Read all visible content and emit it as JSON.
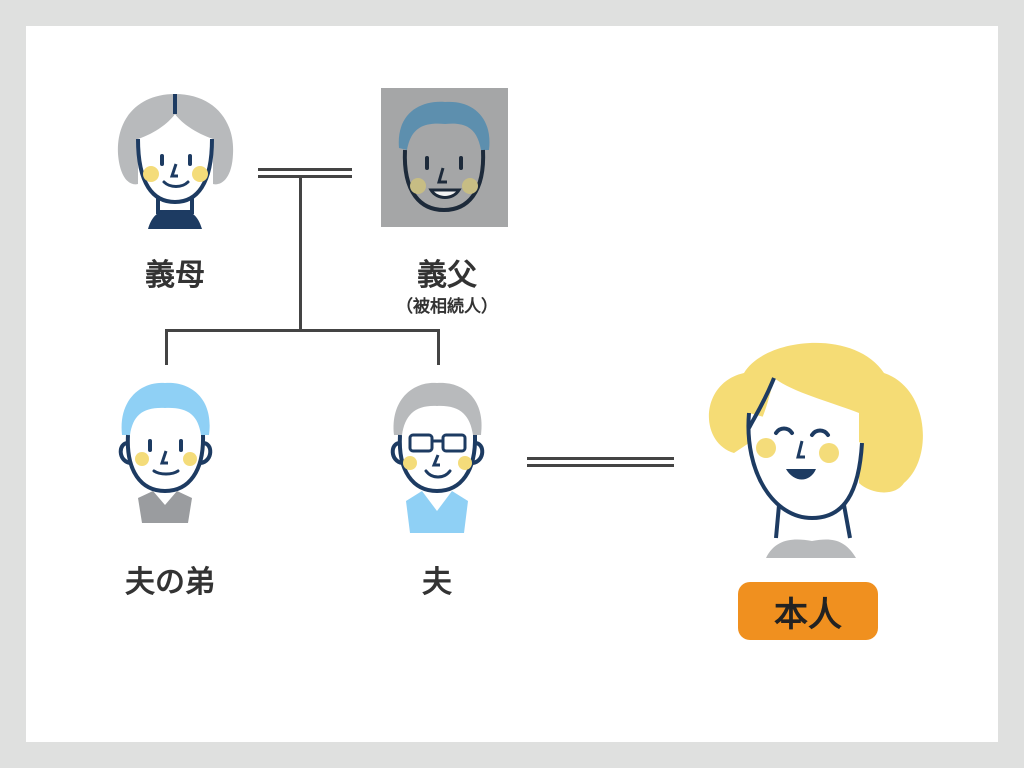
{
  "family": {
    "mother_in_law": {
      "label": "義母"
    },
    "father_in_law": {
      "label": "義父",
      "note": "（被相続人）"
    },
    "husbands_brother": {
      "label": "夫の弟"
    },
    "husband": {
      "label": "夫"
    },
    "self": {
      "label": "本人"
    }
  },
  "colors": {
    "accent": "#f0901f",
    "line": "#444444",
    "hair_gray": "#b8babc",
    "hair_blue": "#8fd0f5",
    "hair_yellow": "#f5dc75",
    "outline_navy": "#1d3b62",
    "cheek": "#f4dc7a",
    "deceased_bg": "#a5a6a7"
  }
}
